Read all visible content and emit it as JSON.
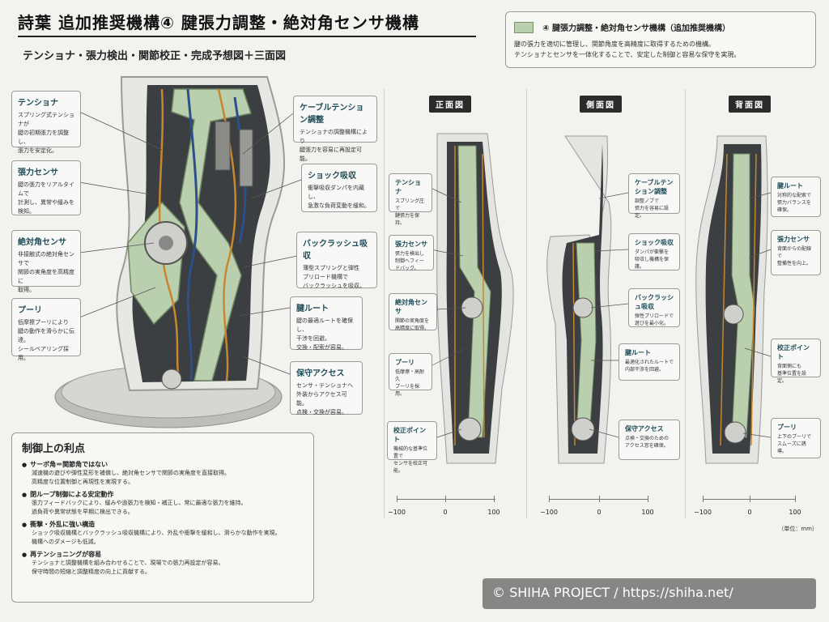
{
  "header": {
    "title": "詩葉 追加推奨機構④ 腱張力調整・絶対角センサ機構",
    "subtitle": "テンショナ・張力検出・関節校正・完成予想図＋三面図"
  },
  "legend": {
    "title": "④ 腱張力調整・絶対角センサ機構（追加推奨機構）",
    "lines": [
      "腱の張力を適切に管理し、関節角度を高精度に取得するための機構。",
      "テンショナとセンサを一体化することで、安定した制御と容易な保守を実現。"
    ],
    "swatch_color": "#b9cfae"
  },
  "main_callouts": {
    "left": [
      {
        "title": "テンショナ",
        "desc": "スプリング式テンショナが\n腱の初期張力を調整し、\n張力を安定化。"
      },
      {
        "title": "張力センサ",
        "desc": "腱の張力をリアルタイムで\n計測し、異常や緩みを\n検知。"
      },
      {
        "title": "絶対角センサ",
        "desc": "非接触式の絶対角センサで\n関節の実角度を高精度に\n取得。"
      },
      {
        "title": "プーリ",
        "desc": "低摩擦プーリにより\n腱の動作を滑らかに伝達。\nシールベアリング採用。"
      }
    ],
    "right": [
      {
        "title": "ケーブルテンション調整",
        "desc": "テンショナの調整機構により\n腱張力を容易に再設定可能。"
      },
      {
        "title": "ショック吸収",
        "desc": "衝撃吸収ダンパを内蔵し、\n急激な負荷変動を緩和。"
      },
      {
        "title": "バックラッシュ吸収",
        "desc": "薄型スプリングと弾性\nプリロード機構で\nバックラッシュを吸収。"
      },
      {
        "title": "腱ルート",
        "desc": "腱の最適ルートを確保し、\n干渉を回避。\n交換・配索が容易。"
      },
      {
        "title": "保守アクセス",
        "desc": "センサ・テンショナへ\n外装からアクセス可能。\n点検・交換が容易。"
      }
    ]
  },
  "views": {
    "front": {
      "label": "正面図",
      "callouts": [
        {
          "title": "テンショナ",
          "desc": "スプリング圧で\n腱張力を保持。"
        },
        {
          "title": "張力センサ",
          "desc": "張力を検出し\n制御へフィードバック。"
        },
        {
          "title": "絶対角センサ",
          "desc": "関節の実角度を\n高精度に取得。"
        },
        {
          "title": "プーリ",
          "desc": "低摩擦・高耐久\nプーリを採用。"
        },
        {
          "title": "校正ポイント",
          "desc": "機械的な基準位置で\nセンサを校正可能。"
        }
      ]
    },
    "side": {
      "label": "側面図",
      "callouts": [
        {
          "title": "ケーブルテンション調整",
          "desc": "調整ノブで\n張力を容易に設定。"
        },
        {
          "title": "ショック吸収",
          "desc": "ダンパが衝撃を\n吸収し機構を保護。"
        },
        {
          "title": "バックラッシュ吸収",
          "desc": "弾性プリロードで\n遊びを最小化。"
        },
        {
          "title": "腱ルート",
          "desc": "最適化されたルートで\n内部干渉を回避。"
        },
        {
          "title": "保守アクセス",
          "desc": "点検・交換のための\nアクセス窓を確保。"
        }
      ]
    },
    "back": {
      "label": "背面図",
      "callouts": [
        {
          "title": "腱ルート",
          "desc": "対称的な配索で\n張力バランスを確保。"
        },
        {
          "title": "張力センサ",
          "desc": "背面からの配線で\n整備性を向上。"
        },
        {
          "title": "校正ポイント",
          "desc": "背面側にも\n基準位置を設定。"
        },
        {
          "title": "プーリ",
          "desc": "上下のプーリで\nスムーズに誘導。"
        }
      ]
    }
  },
  "scale": {
    "ticks": [
      "−100",
      "0",
      "100"
    ],
    "unit": "（単位：mm）"
  },
  "advantages": {
    "title": "制御上の利点",
    "items": [
      {
        "head": "サーボ角＝関節角ではない",
        "body": "減速機の遊びや弾性変形を補償し、絶対角センサで関節の実角度を直接取得。\n高精度な位置制御と再現性を実現する。"
      },
      {
        "head": "閉ループ制御による安定動作",
        "body": "張力フィードバックにより、緩みや過張力を検知・補正し、常に最適な張力を維持。\n過負荷や異常状態を早期に検出できる。"
      },
      {
        "head": "衝撃・外乱に強い構造",
        "body": "ショック吸収機構とバックラッシュ吸収機構により、外乱や衝撃を緩和し、滑らかな動作を実現。\n機構へのダメージも低減。"
      },
      {
        "head": "再テンショニングが容易",
        "body": "テンショナと調整機構を組み合わせることで、現場での張力再設定が容易。\n保守時間の短縮と調整精度の向上に貢献する。"
      }
    ]
  },
  "footer": {
    "copyright": "© SHIHA PROJECT / https://shiha.net/"
  },
  "colors": {
    "accent_green": "#b9cfae",
    "frame_white": "#e9e9e6",
    "cable_orange": "#c8862e",
    "cable_blue": "#2d4f8a",
    "dark_metal": "#3a3a3a"
  }
}
